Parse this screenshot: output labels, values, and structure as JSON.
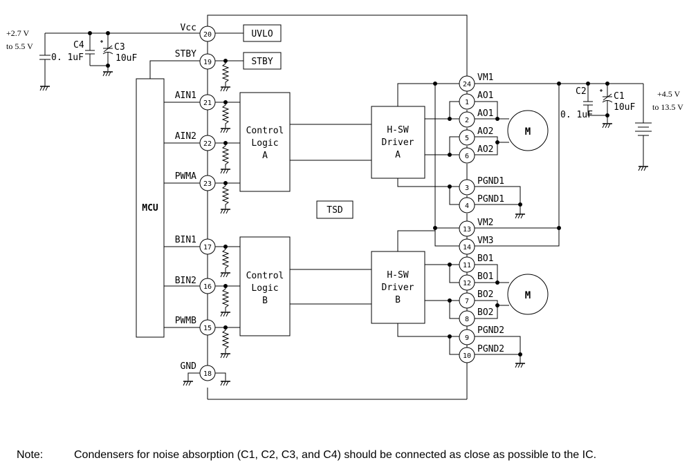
{
  "supply_left": {
    "voltage_top": "+2.7 V",
    "voltage_bottom": "to 5.5 V",
    "c4": "C4",
    "c4_value": "0. 1uF",
    "c3": "C3",
    "c3_value": "10uF"
  },
  "supply_right": {
    "voltage_top": "+4.5 V",
    "voltage_bottom": "to 13.5 V",
    "c2": "C2",
    "c2_value": "0. 1uF",
    "c1": "C1",
    "c1_value": "10uF"
  },
  "blocks": {
    "uvlo": "UVLO",
    "stby": "STBY",
    "mcu": "MCU",
    "tsd": "TSD",
    "logic_a": [
      "Control",
      "Logic",
      "A"
    ],
    "logic_b": [
      "Control",
      "Logic",
      "B"
    ],
    "driver_a": [
      "H-SW",
      "Driver",
      "A"
    ],
    "driver_b": [
      "H-SW",
      "Driver",
      "B"
    ],
    "motor": "M"
  },
  "left_pins": [
    {
      "name": "Vcc",
      "num": "20"
    },
    {
      "name": "STBY",
      "num": "19"
    },
    {
      "name": "AIN1",
      "num": "21"
    },
    {
      "name": "AIN2",
      "num": "22"
    },
    {
      "name": "PWMA",
      "num": "23"
    },
    {
      "name": "BIN1",
      "num": "17"
    },
    {
      "name": "BIN2",
      "num": "16"
    },
    {
      "name": "PWMB",
      "num": "15"
    },
    {
      "name": "GND",
      "num": "18"
    }
  ],
  "right_pins": [
    {
      "name": "VM1",
      "num": "24"
    },
    {
      "name": "AO1",
      "num": "1"
    },
    {
      "name": "AO1",
      "num": "2"
    },
    {
      "name": "AO2",
      "num": "5"
    },
    {
      "name": "AO2",
      "num": "6"
    },
    {
      "name": "PGND1",
      "num": "3"
    },
    {
      "name": "PGND1",
      "num": "4"
    },
    {
      "name": "VM2",
      "num": "13"
    },
    {
      "name": "VM3",
      "num": "14"
    },
    {
      "name": "BO1",
      "num": "11"
    },
    {
      "name": "BO1",
      "num": "12"
    },
    {
      "name": "BO2",
      "num": "7"
    },
    {
      "name": "BO2",
      "num": "8"
    },
    {
      "name": "PGND2",
      "num": "9"
    },
    {
      "name": "PGND2",
      "num": "10"
    }
  ],
  "note": {
    "label": "Note:",
    "text": "Condensers for noise absorption (C1, C2, C3, and C4) should be connected as close as possible to the IC."
  }
}
